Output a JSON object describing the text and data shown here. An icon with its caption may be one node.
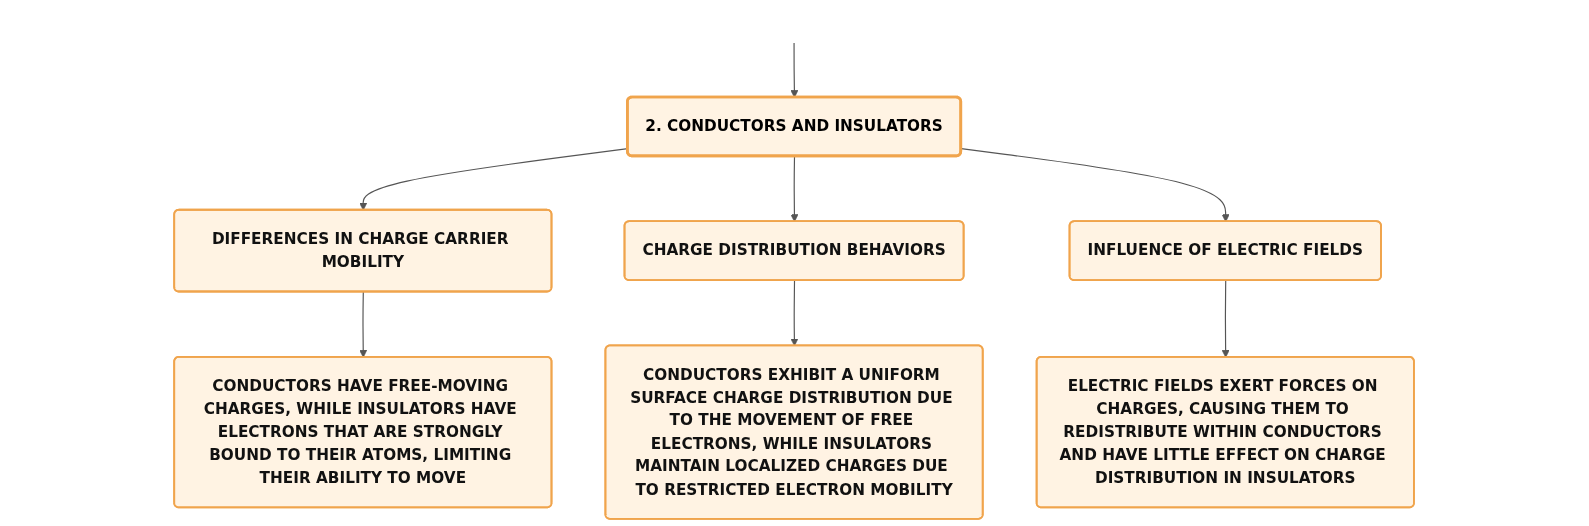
{
  "diagram": {
    "nodes": [
      {
        "text": [
          "2. CONDUCTORS AND INSULATORS"
        ]
      },
      {
        "text": [
          "DIFFERENCES IN CHARGE CARRIER MOBILITY"
        ]
      },
      {
        "text": [
          "CHARGE DISTRIBUTION BEHAVIORS"
        ]
      },
      {
        "text": [
          "INFLUENCE OF ELECTRIC FIELDS"
        ]
      },
      {
        "text": [
          "CONDUCTORS HAVE FREE-MOVING CHARGES, WHILE INSULATORS HAVE ELECTRONS THAT ARE STRONGLY BOUND TO THEIR ATOMS, LIMITING THEIR ABILITY TO MOVE"
        ]
      },
      {
        "text": [
          "CONDUCTORS EXHIBIT A UNIFORM SURFACE CHARGE DISTRIBUTION DUE TO THE MOVEMENT OF FREE ELECTRONS, WHILE INSULATORS MAINTAIN LOCALIZED CHARGES DUE TO RESTRICTED ELECTRON MOBILITY"
        ]
      },
      {
        "text": [
          "ELECTRIC FIELDS EXERT FORCES ON CHARGES, CAUSING THEM TO REDISTRIBUTE WITHIN CONDUCTORS AND HAVE LITTLE EFFECT ON CHARGE DISTRIBUTION IN INSULATORS"
        ]
      }
    ],
    "edges": [
      {
        "from": null,
        "to": 0,
        "arrow": "to"
      },
      {
        "from": 0,
        "to": 1,
        "arrow": "to"
      },
      {
        "from": 0,
        "to": 2,
        "arrow": "to"
      },
      {
        "from": 0,
        "to": 3,
        "arrow": "to"
      },
      {
        "from": 1,
        "to": 4,
        "arrow": "to"
      },
      {
        "from": 2,
        "to": 5,
        "arrow": "to"
      },
      {
        "from": 3,
        "to": 6,
        "arrow": "to"
      }
    ]
  }
}
